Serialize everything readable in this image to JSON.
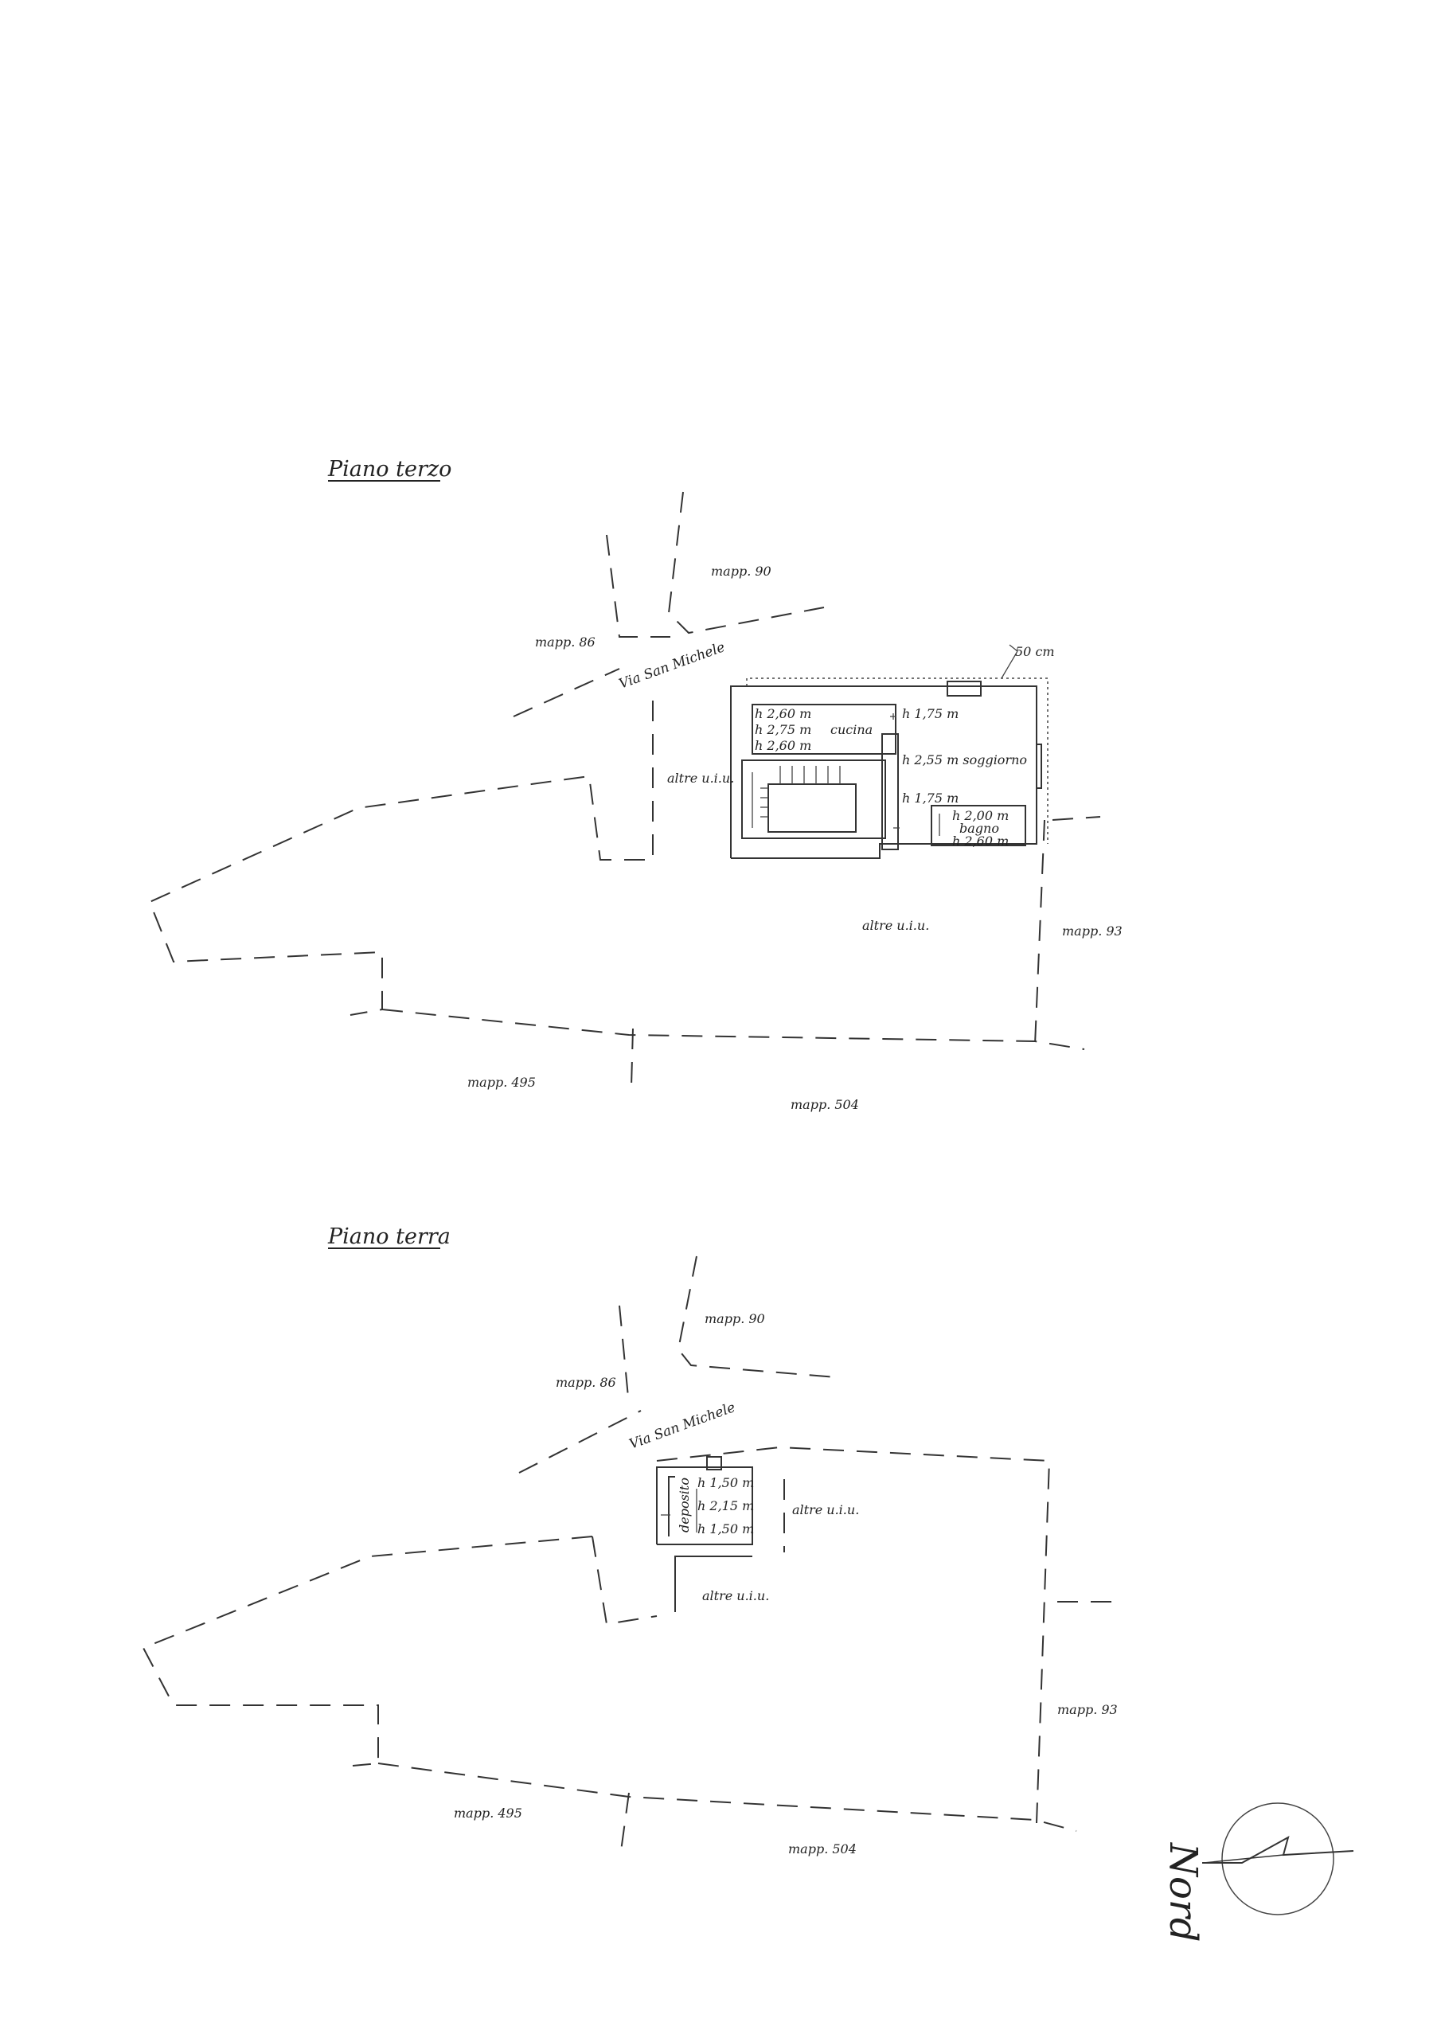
{
  "upper_plan": {
    "title": "Piano terzo",
    "street": "Via San Michele",
    "mapp_90": "mapp. 90",
    "mapp_86": "mapp. 86",
    "mapp_93": "mapp. 93",
    "mapp_495": "mapp. 495",
    "mapp_504": "mapp. 504",
    "altre_left": "altre u.i.u.",
    "altre_bottom": "altre u.i.u.",
    "dim_50cm": "50 cm",
    "cucina": "cucina",
    "cucina_h1": "h 2,60 m",
    "cucina_h2": "h 2,75 m",
    "cucina_h3": "h 2,60 m",
    "h_top": "h 1,75 m",
    "soggiorno": "h 2,55 m soggiorno",
    "h_mid": "h 1,75 m",
    "bagno": "bagno",
    "bagno_h1": "h 2,00 m",
    "bagno_h2": "h 2,60 m"
  },
  "lower_plan": {
    "title": "Piano terra",
    "street": "Via San Michele",
    "mapp_90": "mapp. 90",
    "mapp_86": "mapp. 86",
    "mapp_93": "mapp. 93",
    "mapp_495": "mapp. 495",
    "mapp_504": "mapp. 504",
    "altre_right": "altre u.i.u.",
    "altre_bottom": "altre u.i.u.",
    "deposito": "deposito",
    "dep_h1": "h 1,50 m",
    "dep_h2": "h 2,15 m",
    "dep_h3": "h 1,50 m"
  },
  "north": {
    "label": "Nord"
  }
}
